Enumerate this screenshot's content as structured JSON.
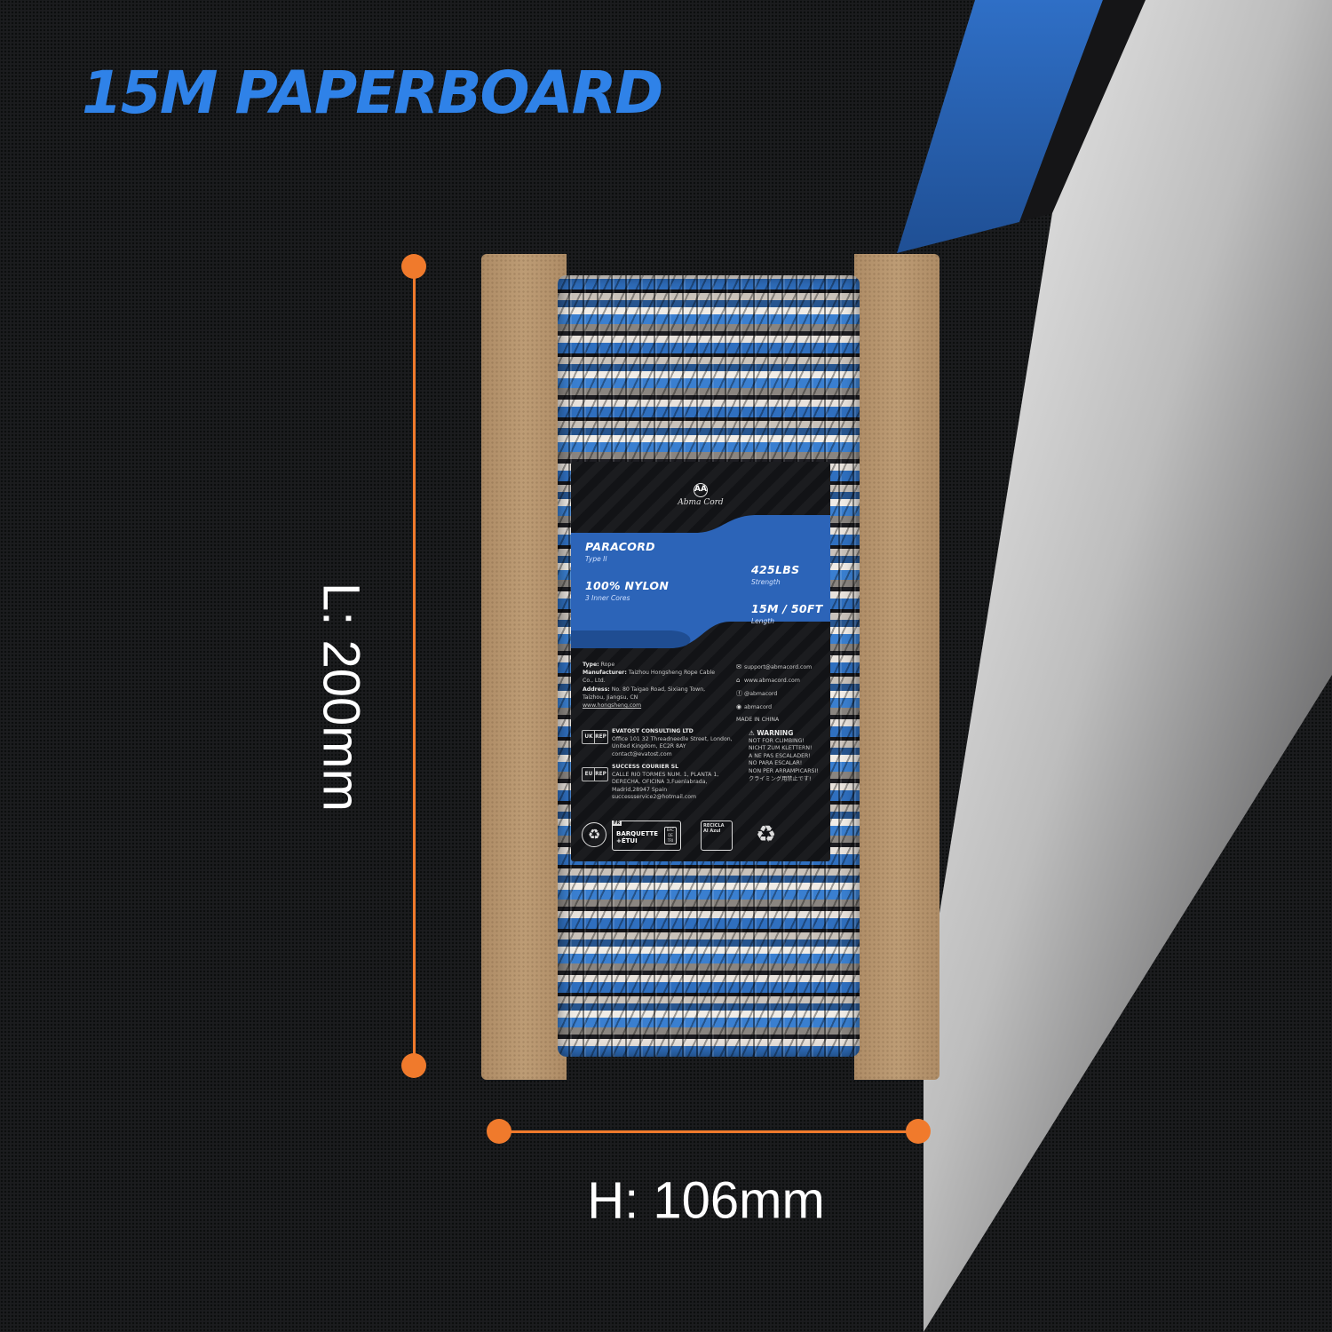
{
  "headline": "15M PAPERBOARD",
  "dimensions": {
    "length_label": "L: 200mm",
    "height_label": "H: 106mm"
  },
  "colors": {
    "accent_blue": "#2f82e8",
    "dimension_orange": "#f07a2c",
    "background": "#1b1c1e",
    "label_text": "#ffffff"
  },
  "package_label": {
    "brand_icon": "AA",
    "brand": "Abma Cord",
    "product": "PARACORD",
    "product_sub": "Type II",
    "material": "100% NYLON",
    "material_sub": "3 Inner Cores",
    "strength": "425LBS",
    "strength_sub": "Strength",
    "length": "15M / 50FT",
    "length_sub": "Length",
    "info": {
      "type_key": "Type:",
      "type_val": "Rope",
      "manufacturer_key": "Manufacturer:",
      "manufacturer_val": "Taizhou Hongsheng Rope Cable Co., Ltd.",
      "address_key": "Address:",
      "address_val": "No. 80 Taigao Road, Sixiang Town, Taizhou, Jiangsu, CN",
      "website": "www.hongsheng.com"
    },
    "contacts": [
      {
        "icon": "mail-icon",
        "glyph": "✉",
        "text": "support@abmacord.com"
      },
      {
        "icon": "home-icon",
        "glyph": "⌂",
        "text": "www.abmacord.com"
      },
      {
        "icon": "facebook-icon",
        "glyph": "ⓕ",
        "text": "@abmacord"
      },
      {
        "icon": "chat-icon",
        "glyph": "◉",
        "text": "abmacord"
      }
    ],
    "made_in": "MADE IN CHINA",
    "uk_rep": {
      "tag_a": "UK",
      "tag_b": "REP",
      "name": "EVATOST CONSULTING LTD",
      "address": "Office 101 32 Threadneedle Street, London, United Kingdom, EC2R 8AY",
      "email": "contact@evatost.com"
    },
    "eu_rep": {
      "tag_a": "EU",
      "tag_b": "REP",
      "name": "SUCCESS COURIER SL",
      "address": "CALLE RIO TORMES NUM. 1, PLANTA 1, DERECHA, OFICINA 3,Fuenlabrada, Madrid,28947 Spain",
      "email": "successservice2@hotmail.com"
    },
    "warning": {
      "title": "⚠ WARNING",
      "lines": [
        "NOT FOR CLIMBING!",
        "NICHT ZUM KLETTERN!",
        "A NE PAS ESCALADER!",
        "NO PARA ESCALAR!",
        "NON PER ARRAMPICARSI!",
        "クライミング用禁止です!"
      ]
    },
    "bottom": {
      "fr_tag": "FR",
      "fr_line1": "BARQUETTE",
      "fr_line2": "+ÉTUI",
      "bin_text": "BAC DE TRI",
      "recicla_line1": "RECICLA",
      "recicla_line2": "Al Azul"
    }
  }
}
